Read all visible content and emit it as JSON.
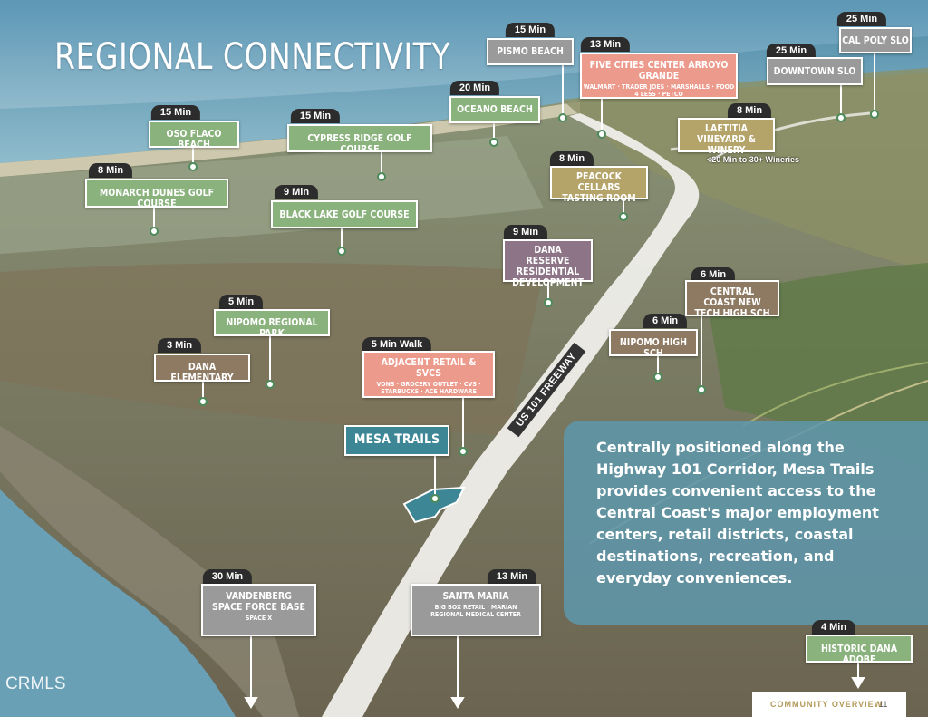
{
  "title": "REGIONAL CONNECTIVITY",
  "description": "Centrally positioned along the Highway 101 Corridor, Mesa Trails provides convenient access to the Central Coast's major employment centers, retail districts, coastal destinations, recreation, and everyday conveniences.",
  "freeway_label": "US 101 FREEWAY",
  "winery_note": "<20 Min to 30+ Wineries",
  "footer": {
    "section": "COMMUNITY OVERVIEW",
    "page": "11"
  },
  "watermark": "CRMLS",
  "colors": {
    "green": "#8ab27d",
    "gray": "#9a9a9a",
    "salmon": "#ec9a8c",
    "tan": "#b5a46a",
    "brown": "#8e7a62",
    "mauve": "#8d7587",
    "teal": "#3d8696"
  },
  "destinations": {
    "pismo_beach": {
      "time": "15 Min",
      "name": "PISMO BEACH",
      "color": "gray"
    },
    "five_cities": {
      "time": "13 Min",
      "name": "FIVE CITIES CENTER ARROYO GRANDE",
      "sub": "WALMART · TRADER JOES · MARSHALLS · FOOD 4 LESS · PETCO",
      "color": "salmon"
    },
    "downtown_slo": {
      "time": "25 Min",
      "name": "DOWNTOWN SLO",
      "color": "gray"
    },
    "cal_poly": {
      "time": "25 Min",
      "name": "CAL POLY SLO",
      "color": "gray"
    },
    "oceano_beach": {
      "time": "20 Min",
      "name": "OCEANO BEACH",
      "color": "green"
    },
    "oso_flaco": {
      "time": "15 Min",
      "name": "OSO FLACO BEACH",
      "color": "green"
    },
    "cypress_ridge": {
      "time": "15 Min",
      "name": "CYPRESS RIDGE GOLF COURSE",
      "color": "green"
    },
    "laetitia": {
      "time": "8 Min",
      "name": "LAETITIA VINEYARD & WINERY",
      "color": "tan"
    },
    "monarch_dunes": {
      "time": "8 Min",
      "name": "MONARCH DUNES GOLF COURSE",
      "color": "green"
    },
    "peacock": {
      "time": "8 Min",
      "name": "PEACOCK CELLARS TASTING ROOM",
      "color": "tan"
    },
    "black_lake": {
      "time": "9 Min",
      "name": "BLACK LAKE GOLF COURSE",
      "color": "green"
    },
    "dana_reserve": {
      "time": "9 Min",
      "name": "DANA RESERVE RESIDENTIAL DEVELOPMENT",
      "color": "mauve"
    },
    "central_coast_tech": {
      "time": "6 Min",
      "name": "CENTRAL COAST NEW TECH HIGH SCH",
      "color": "brown"
    },
    "nipomo_park": {
      "time": "5 Min",
      "name": "NIPOMO REGIONAL PARK",
      "color": "green"
    },
    "nipomo_high": {
      "time": "6 Min",
      "name": "NIPOMO HIGH SCH",
      "color": "brown"
    },
    "dana_elementary": {
      "time": "3 Min",
      "name": "DANA ELEMENTARY",
      "color": "brown"
    },
    "adjacent_retail": {
      "time": "5 Min Walk",
      "name": "ADJACENT RETAIL & SVCS",
      "sub": "VONS · GROCERY OUTLET · CVS · STARBUCKS · ACE HARDWARE",
      "color": "salmon"
    },
    "mesa_trails": {
      "name": "MESA TRAILS",
      "color": "teal"
    },
    "vandenberg": {
      "time": "30 Min",
      "name": "VANDENBERG SPACE FORCE BASE",
      "sub": "SPACE X",
      "color": "gray"
    },
    "santa_maria": {
      "time": "13 Min",
      "name": "SANTA MARIA",
      "sub": "BIG BOX RETAIL · MARIAN REGIONAL MEDICAL CENTER",
      "color": "gray"
    },
    "dana_adobe": {
      "time": "4 Min",
      "name": "HISTORIC DANA ADOBE",
      "color": "green"
    }
  }
}
